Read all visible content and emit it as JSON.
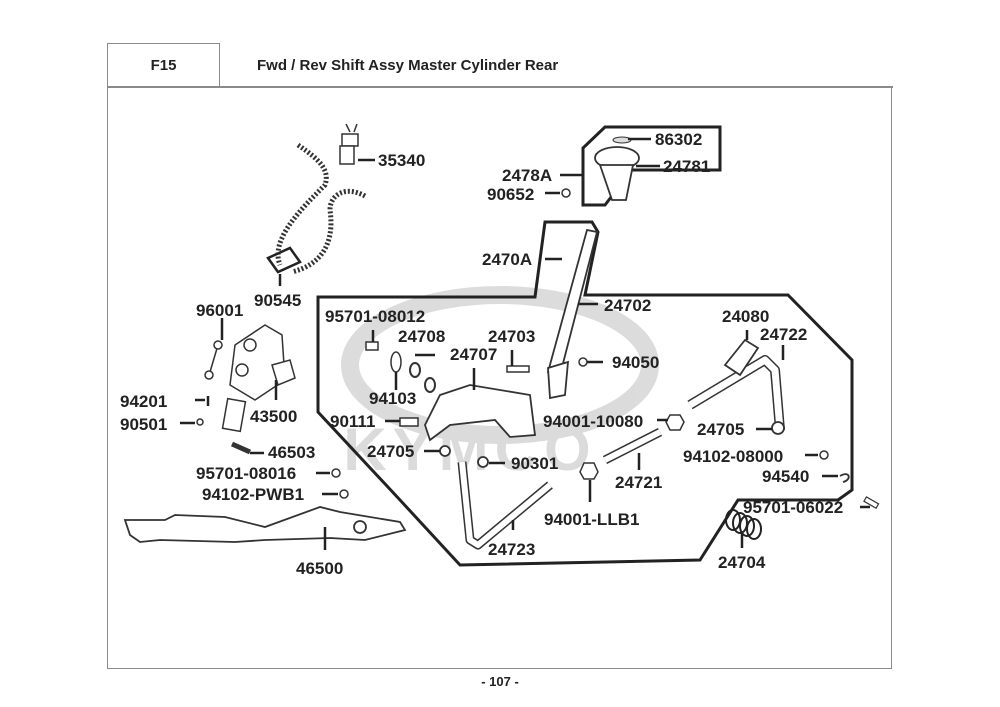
{
  "header": {
    "section_code": "F15",
    "title": "Fwd / Rev Shift Assy  Master Cylinder Rear"
  },
  "footer": {
    "page_number": "- 107 -"
  },
  "watermark": "KYMCO",
  "parts": [
    {
      "id": "35340"
    },
    {
      "id": "90545"
    },
    {
      "id": "96001"
    },
    {
      "id": "43500"
    },
    {
      "id": "94201"
    },
    {
      "id": "90501"
    },
    {
      "id": "46503"
    },
    {
      "id": "95701-08016"
    },
    {
      "id": "94102-PWB1"
    },
    {
      "id": "46500"
    },
    {
      "id": "86302"
    },
    {
      "id": "24781"
    },
    {
      "id": "2478A"
    },
    {
      "id": "90652"
    },
    {
      "id": "2470A"
    },
    {
      "id": "24702"
    },
    {
      "id": "95701-08012"
    },
    {
      "id": "24708"
    },
    {
      "id": "24703"
    },
    {
      "id": "24707"
    },
    {
      "id": "94050"
    },
    {
      "id": "94103"
    },
    {
      "id": "90111"
    },
    {
      "id": "94001-10080"
    },
    {
      "id": "24705"
    },
    {
      "id": "90301"
    },
    {
      "id": "24080"
    },
    {
      "id": "24722"
    },
    {
      "id": "24705"
    },
    {
      "id": "94102-08000"
    },
    {
      "id": "24721"
    },
    {
      "id": "94540"
    },
    {
      "id": "94001-LLB1"
    },
    {
      "id": "24723"
    },
    {
      "id": "95701-06022"
    },
    {
      "id": "24704"
    }
  ]
}
